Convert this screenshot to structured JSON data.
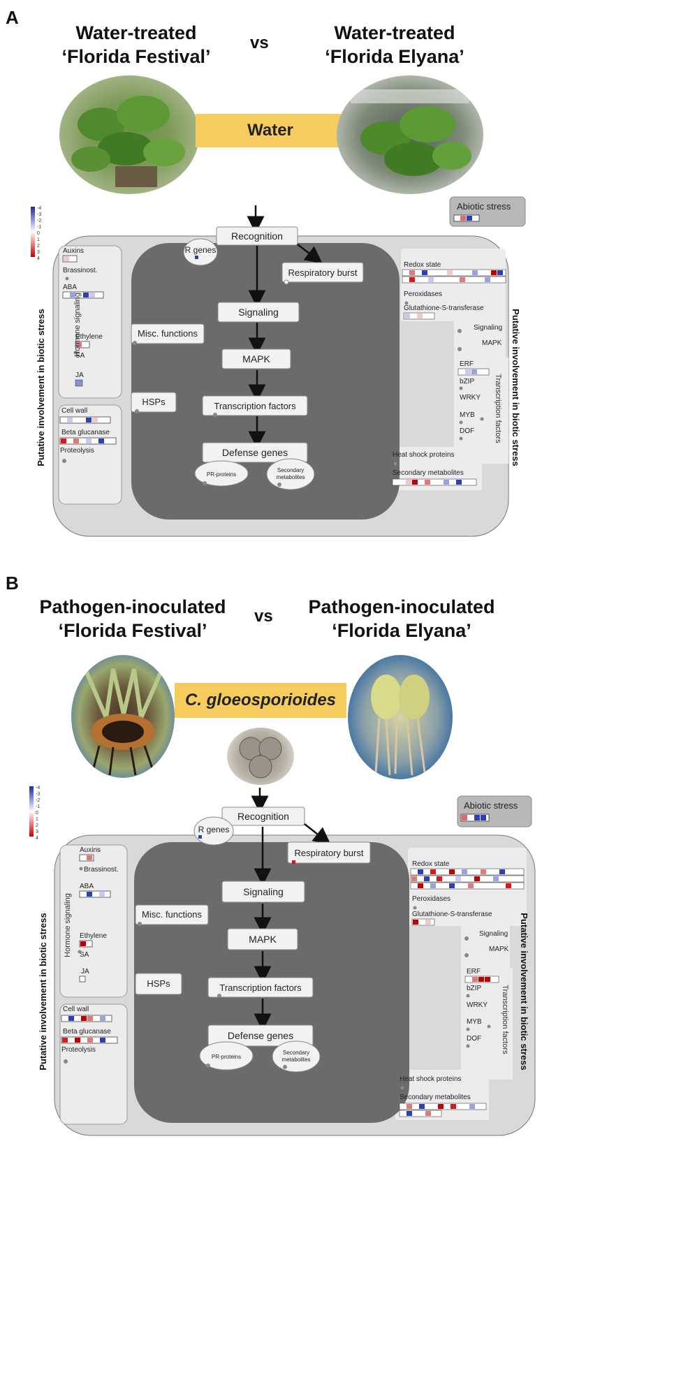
{
  "panels": [
    {
      "label": "A",
      "left_title_1": "Water-treated",
      "left_title_2": "‘Florida Festival’",
      "vs": "vs",
      "right_title_1": "Water-treated",
      "right_title_2": "‘Florida Elyana’",
      "banner": "Water",
      "banner_italic": false
    },
    {
      "label": "B",
      "left_title_1": "Pathogen-inoculated",
      "left_title_2": "‘Florida Festival’",
      "vs": "vs",
      "right_title_1": "Pathogen-inoculated",
      "right_title_2": "‘Florida Elyana’",
      "banner": "C. gloeosporioides",
      "banner_italic": true
    }
  ],
  "legend_ticks": [
    "-4",
    "-3",
    "-2",
    "-1",
    "0",
    "1",
    "2",
    "3",
    "4"
  ],
  "labels": {
    "recognition": "Recognition",
    "r_genes": "R genes",
    "respiratory_burst": "Respiratory burst",
    "signaling": "Signaling",
    "misc": "Misc. functions",
    "mapk": "MAPK",
    "hsps": "HSPs",
    "tf": "Transcription factors",
    "defense": "Defense genes",
    "pr": "PR-proteins",
    "secondary_1": "Secondary",
    "secondary_2": "metabolites",
    "abiotic": "Abiotic stress",
    "auxins": "Auxins",
    "brassinost": "Brassinost.",
    "aba": "ABA",
    "ethylene": "Ethylene",
    "sa": "SA",
    "ja": "JA",
    "hormone": "Hormone signaling",
    "cell_wall": "Cell wall",
    "beta_glucanase": "Beta glucanase",
    "proteolysis": "Proteolysis",
    "redox_a": "Redox state",
    "redox_b": "Redox state",
    "peroxidases": "Peroxidases",
    "gst": "Glutathione-S-transferase",
    "signaling_r": "Signaling",
    "mapk_r": "MAPK",
    "erf": "ERF",
    "bzip": "bZIP",
    "wrky": "WRKY",
    "myb": "MYB",
    "dof": "DOF",
    "tf_vertical": "Transcription factors",
    "hsp_r": "Heat shock proteins",
    "secondary_metabolites_r": "Secondary metabolites",
    "putative": "Putative involvement in biotic stress"
  },
  "colors": {
    "banner": "#f7cc5e",
    "outer_box": "#d9d9d9",
    "core_box": "#6b6b6b",
    "sub_box": "#ececec",
    "up": "#d7191c",
    "down": "#2c3fb3"
  }
}
